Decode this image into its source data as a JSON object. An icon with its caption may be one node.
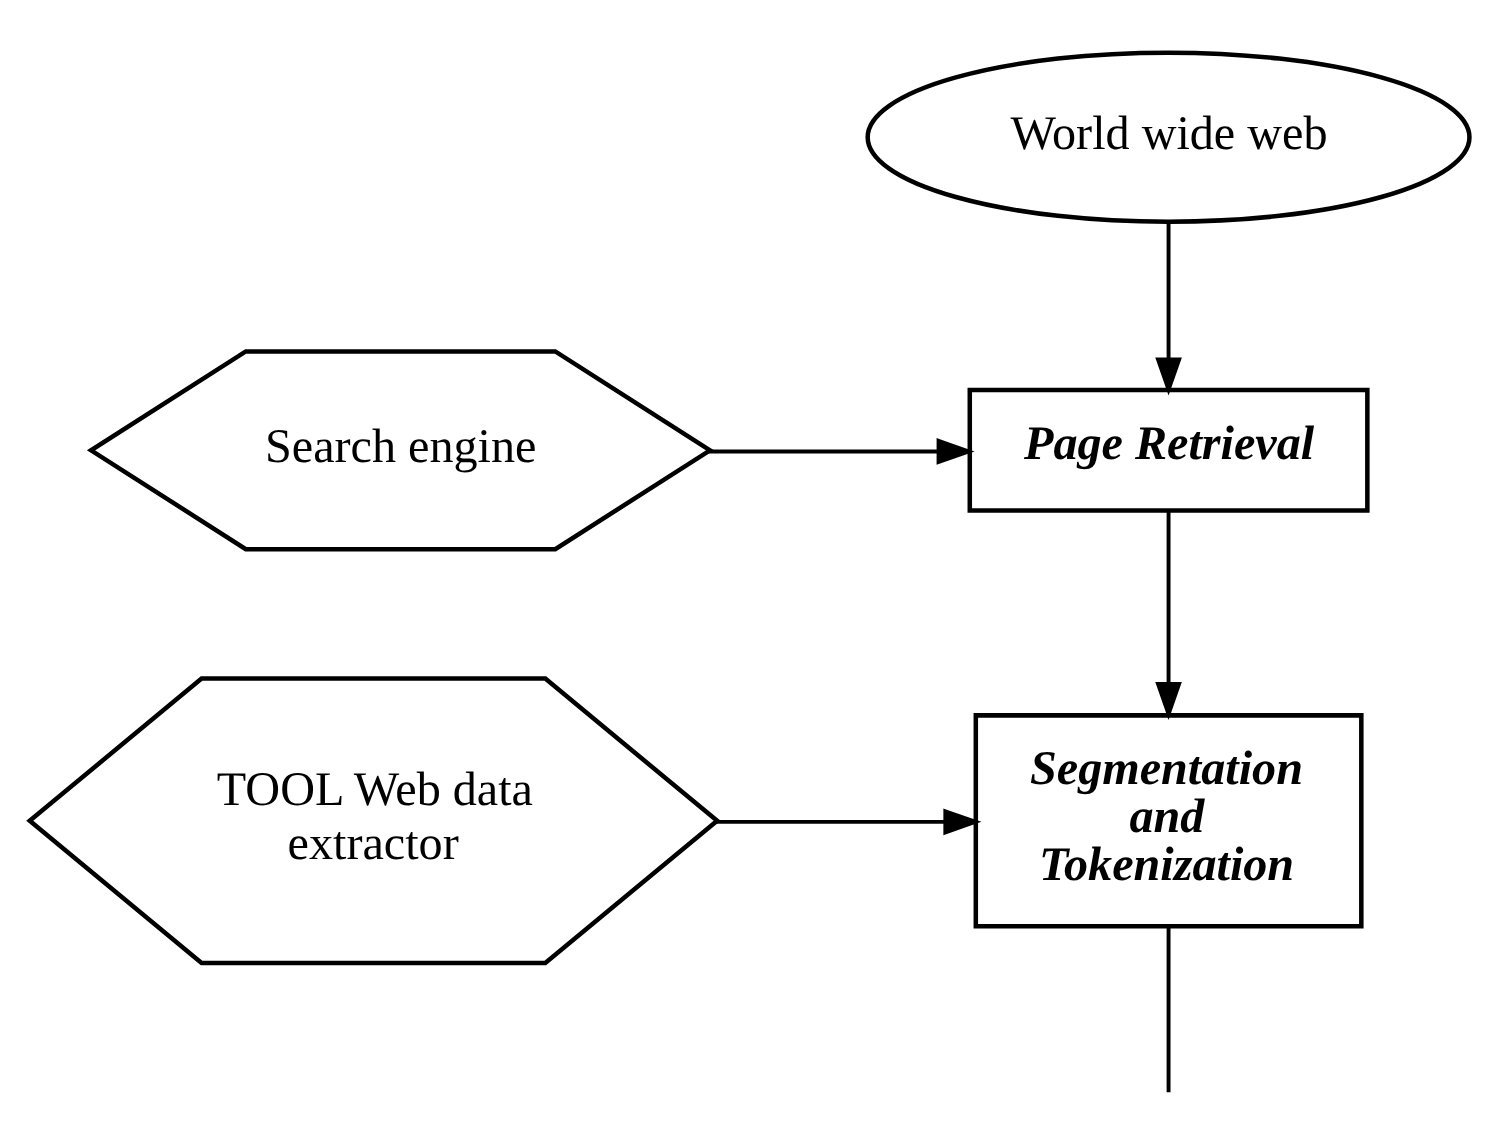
{
  "diagram": {
    "nodes": [
      {
        "text": [
          "World wide web"
        ]
      },
      {
        "text": [
          "Search engine"
        ]
      },
      {
        "text": [
          "Page Retrieval"
        ]
      },
      {
        "text": [
          "TOOL Web data extractor"
        ]
      },
      {
        "text": [
          "Segmentation and Tokenization"
        ]
      }
    ],
    "edges": [
      {
        "from": 0,
        "to": 2,
        "arrow": "to"
      },
      {
        "from": 1,
        "to": 2,
        "arrow": "to"
      },
      {
        "from": 2,
        "to": 4,
        "arrow": "to"
      },
      {
        "from": 3,
        "to": 4,
        "arrow": "to"
      },
      {
        "from": 4,
        "to": null,
        "arrow": "none"
      }
    ]
  }
}
